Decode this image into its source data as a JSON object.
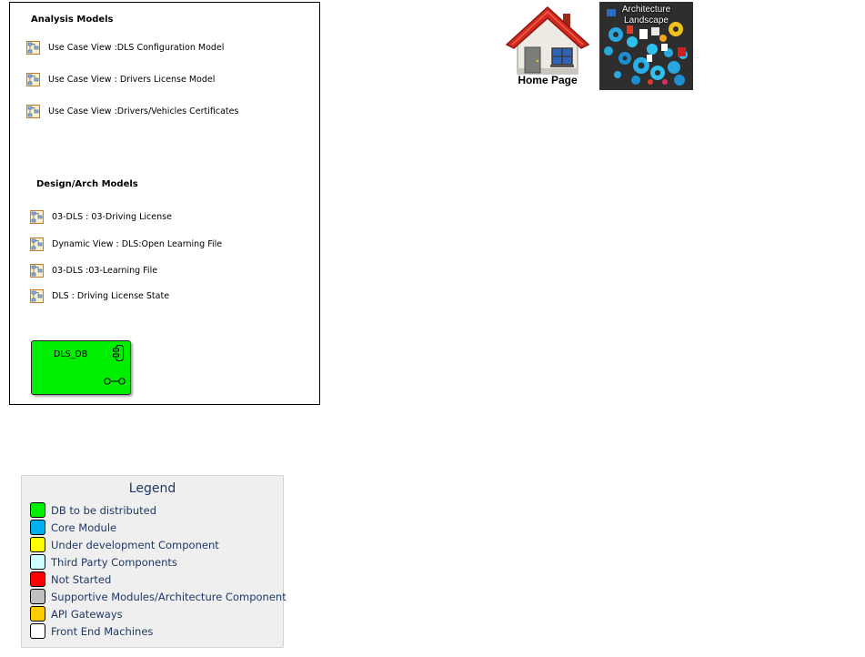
{
  "analysis_models": {
    "title": "Analysis Models",
    "items": [
      {
        "label": "Use Case View :DLS Configuration Model"
      },
      {
        "label": "Use Case View : Drivers License Model"
      },
      {
        "label": "Use Case View :Drivers/Vehicles Certificates"
      }
    ]
  },
  "design_models": {
    "title": "Design/Arch Models",
    "items": [
      {
        "label": "03-DLS : 03-Driving License"
      },
      {
        "label": "Dynamic View : DLS:Open Learning File"
      },
      {
        "label": "03-DLS :03-Learning File"
      },
      {
        "label": "DLS : Driving License State"
      }
    ]
  },
  "db_component": {
    "label": "DLS_DB",
    "color": "#00ee00"
  },
  "home": {
    "label": "Home Page",
    "icon": "house-icon"
  },
  "architecture": {
    "line1": "Architecture",
    "line2": "Landscape",
    "icon": "gears-collage-icon"
  },
  "legend": {
    "title": "Legend",
    "items": [
      {
        "label": "DB to be distributed",
        "color": "#00ee00"
      },
      {
        "label": "Core Module",
        "color": "#00b0f0"
      },
      {
        "label": "Under development Component",
        "color": "#ffff00"
      },
      {
        "label": "Third Party Components",
        "color": "#ccffff"
      },
      {
        "label": "Not Started",
        "color": "#ff0000"
      },
      {
        "label": "Supportive Modules/Architecture Component",
        "color": "#c0c0c0"
      },
      {
        "label": "API Gateways",
        "color": "#ffcc00"
      },
      {
        "label": "Front End Machines",
        "color": "#ffffff"
      }
    ]
  }
}
